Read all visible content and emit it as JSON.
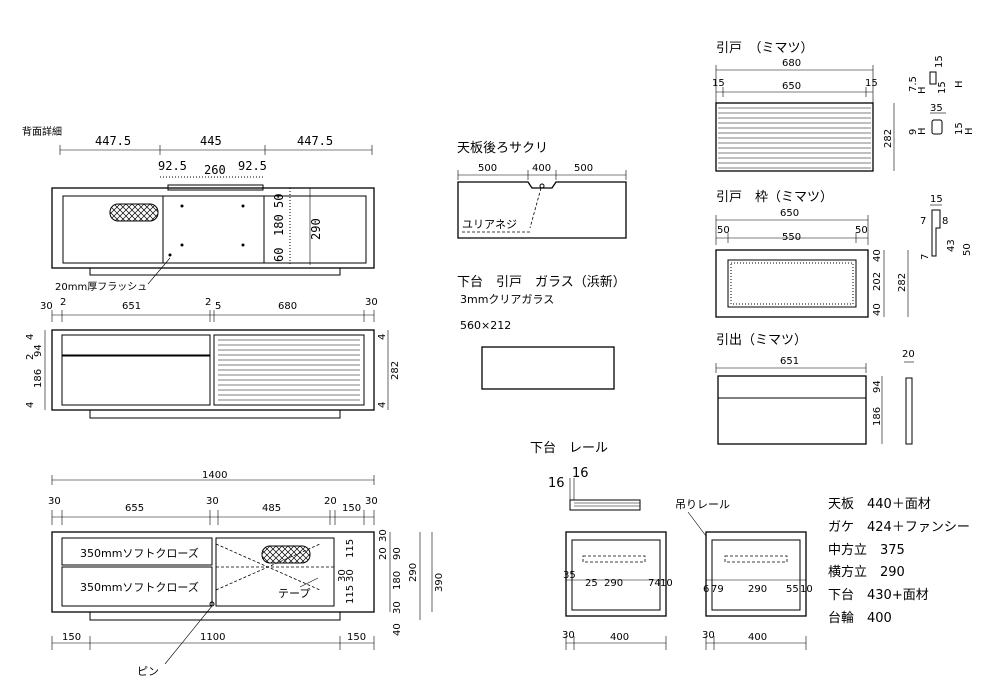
{
  "back_detail": {
    "title": "背面詳細",
    "dims_top": [
      "447.5",
      "445",
      "447.5"
    ],
    "dims_sub": [
      "92.5",
      "260",
      "92.5"
    ],
    "dims_right": [
      "50",
      "180",
      "60",
      "290"
    ],
    "note": "20mm厚フラッシュ"
  },
  "front": {
    "dims_top": [
      "30",
      "2",
      "651",
      "2",
      "5",
      "680",
      "30"
    ],
    "dims_left": [
      "4",
      "2",
      "94",
      "186",
      "4"
    ],
    "dims_right": [
      "4",
      "282",
      "4"
    ]
  },
  "plan": {
    "total": "1400",
    "dims": [
      "30",
      "655",
      "30",
      "485",
      "20",
      "150",
      "30"
    ],
    "drawer1": "350mmソフトクローズ",
    "drawer2": "350mmソフトクローズ",
    "tape": "テープ",
    "pin": "ピン",
    "dims_right": [
      "30",
      "20",
      "90",
      "180",
      "115",
      "30",
      "30",
      "115",
      "290",
      "390",
      "30",
      "40"
    ],
    "dims_bottom": [
      "150",
      "1100",
      "150"
    ]
  },
  "top_board": {
    "title": "天板後ろサクリ",
    "dims": [
      "500",
      "400",
      "500"
    ],
    "note": "ユリアネジ"
  },
  "glass": {
    "title": "下台　引戸　ガラス（浜新）",
    "spec": "3mmクリアガラス",
    "size": "560×212"
  },
  "rail": {
    "title": "下台　レール",
    "dims": [
      "16",
      "16"
    ],
    "hanging_rail": "吊りレール",
    "left_dims": [
      "35",
      "25",
      "290",
      "74",
      "10",
      "30",
      "400"
    ],
    "right_dims": [
      "6",
      "79",
      "290",
      "55",
      "10",
      "30",
      "400"
    ]
  },
  "sliding_door": {
    "title": "引戸　（ミマツ）",
    "dims": [
      "680",
      "15",
      "650",
      "15",
      "282"
    ],
    "profile": [
      "15",
      "7.5",
      "15",
      "35",
      "9",
      "15"
    ],
    "profile_h": "H"
  },
  "door_frame": {
    "title": "引戸　枠（ミマツ）",
    "dims": [
      "650",
      "50",
      "550",
      "50",
      "40",
      "202",
      "40",
      "282"
    ],
    "profile": [
      "15",
      "7",
      "8",
      "43",
      "7",
      "50"
    ]
  },
  "drawer_front": {
    "title": "引出（ミマツ）",
    "dims": [
      "651",
      "94",
      "186",
      "20"
    ]
  },
  "materials": [
    "天板　440＋面材",
    "ガケ　424＋ファンシー",
    "中方立　375",
    "横方立　290",
    "下台　430+面材",
    "台輪　400"
  ]
}
